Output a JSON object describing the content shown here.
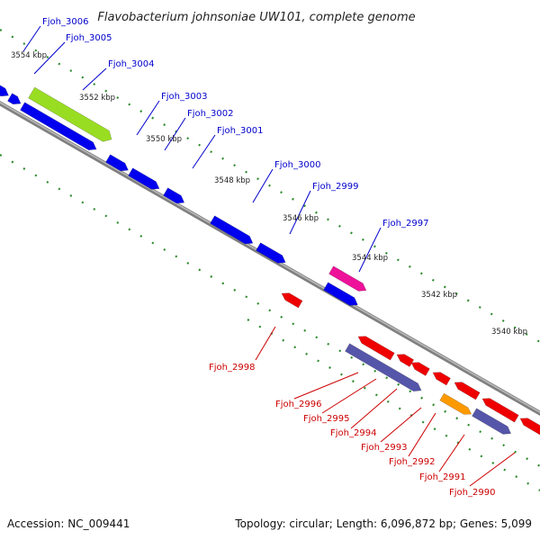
{
  "title": "Flavobacterium johnsoniae UW101, complete genome",
  "footer": {
    "accession": "Accession: NC_009441",
    "summary": "Topology: circular; Length: 6,096,872 bp; Genes: 5,099"
  },
  "colors": {
    "backbone": "#808080",
    "tick": "#2e8b2e",
    "blue": "#0000ee",
    "red": "#ee0000",
    "lime": "#99dd22",
    "magenta": "#ee1199",
    "purple": "#5555aa",
    "orange": "#ff9900",
    "top_label": "#0000cc",
    "bottom_label": "#cc0000"
  },
  "kbp_labels": [
    "3554 kbp",
    "3552 kbp",
    "3550 kbp",
    "3548 kbp",
    "3546 kbp",
    "3544 kbp",
    "3542 kbp",
    "3540 kbp"
  ],
  "top_gene_labels": [
    "Fjoh_3006",
    "Fjoh_3005",
    "Fjoh_3004",
    "Fjoh_3003",
    "Fjoh_3002",
    "Fjoh_3001",
    "Fjoh_3000",
    "Fjoh_2999",
    "Fjoh_2997"
  ],
  "bottom_gene_labels": [
    "Fjoh_2998",
    "Fjoh_2996",
    "Fjoh_2995",
    "Fjoh_2994",
    "Fjoh_2993",
    "Fjoh_2992",
    "Fjoh_2991",
    "Fjoh_2990"
  ]
}
